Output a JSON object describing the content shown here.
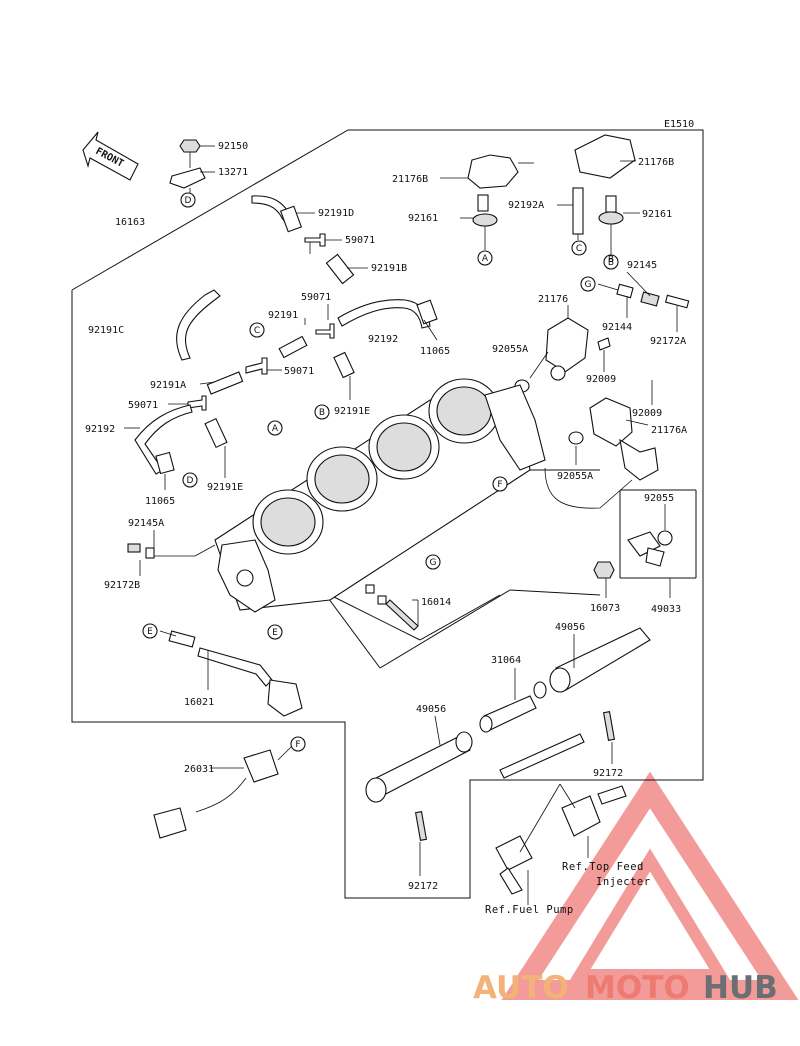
{
  "diagram_id": "E1510",
  "front_label": "FRONT",
  "parts": [
    "92150",
    "13271",
    "16163",
    "92191D",
    "59071",
    "92191B",
    "92191C",
    "59071",
    "92191",
    "92192",
    "11065",
    "59071",
    "92191A",
    "59071",
    "92192",
    "92191E",
    "11065",
    "92191E",
    "92145A",
    "92172B",
    "21176B",
    "92161",
    "92192A",
    "21176B",
    "92161",
    "92145",
    "21176",
    "92144",
    "92172A",
    "92055A",
    "92009",
    "92009",
    "21176A",
    "92055A",
    "92055",
    "49033",
    "16073",
    "16014",
    "16021",
    "49056",
    "31064",
    "49056",
    "92172",
    "26031",
    "92172"
  ],
  "callouts": [
    "D",
    "A",
    "C",
    "B",
    "A",
    "B",
    "D",
    "E",
    "G",
    "F",
    "E",
    "F",
    "C",
    "B",
    "G"
  ],
  "refs": {
    "fuel_pump": "Ref.Fuel Pump",
    "top_feed_line1": "Ref.Top Feed",
    "top_feed_line2": "Injecter"
  },
  "watermark": {
    "part1": "AUTO",
    "part2": "MOTO",
    "part3": "HUB",
    "color1": "#f2b27a",
    "color2": "#ee7b72",
    "color3": "#6b6e72",
    "triangle_color": "#e84a45"
  }
}
